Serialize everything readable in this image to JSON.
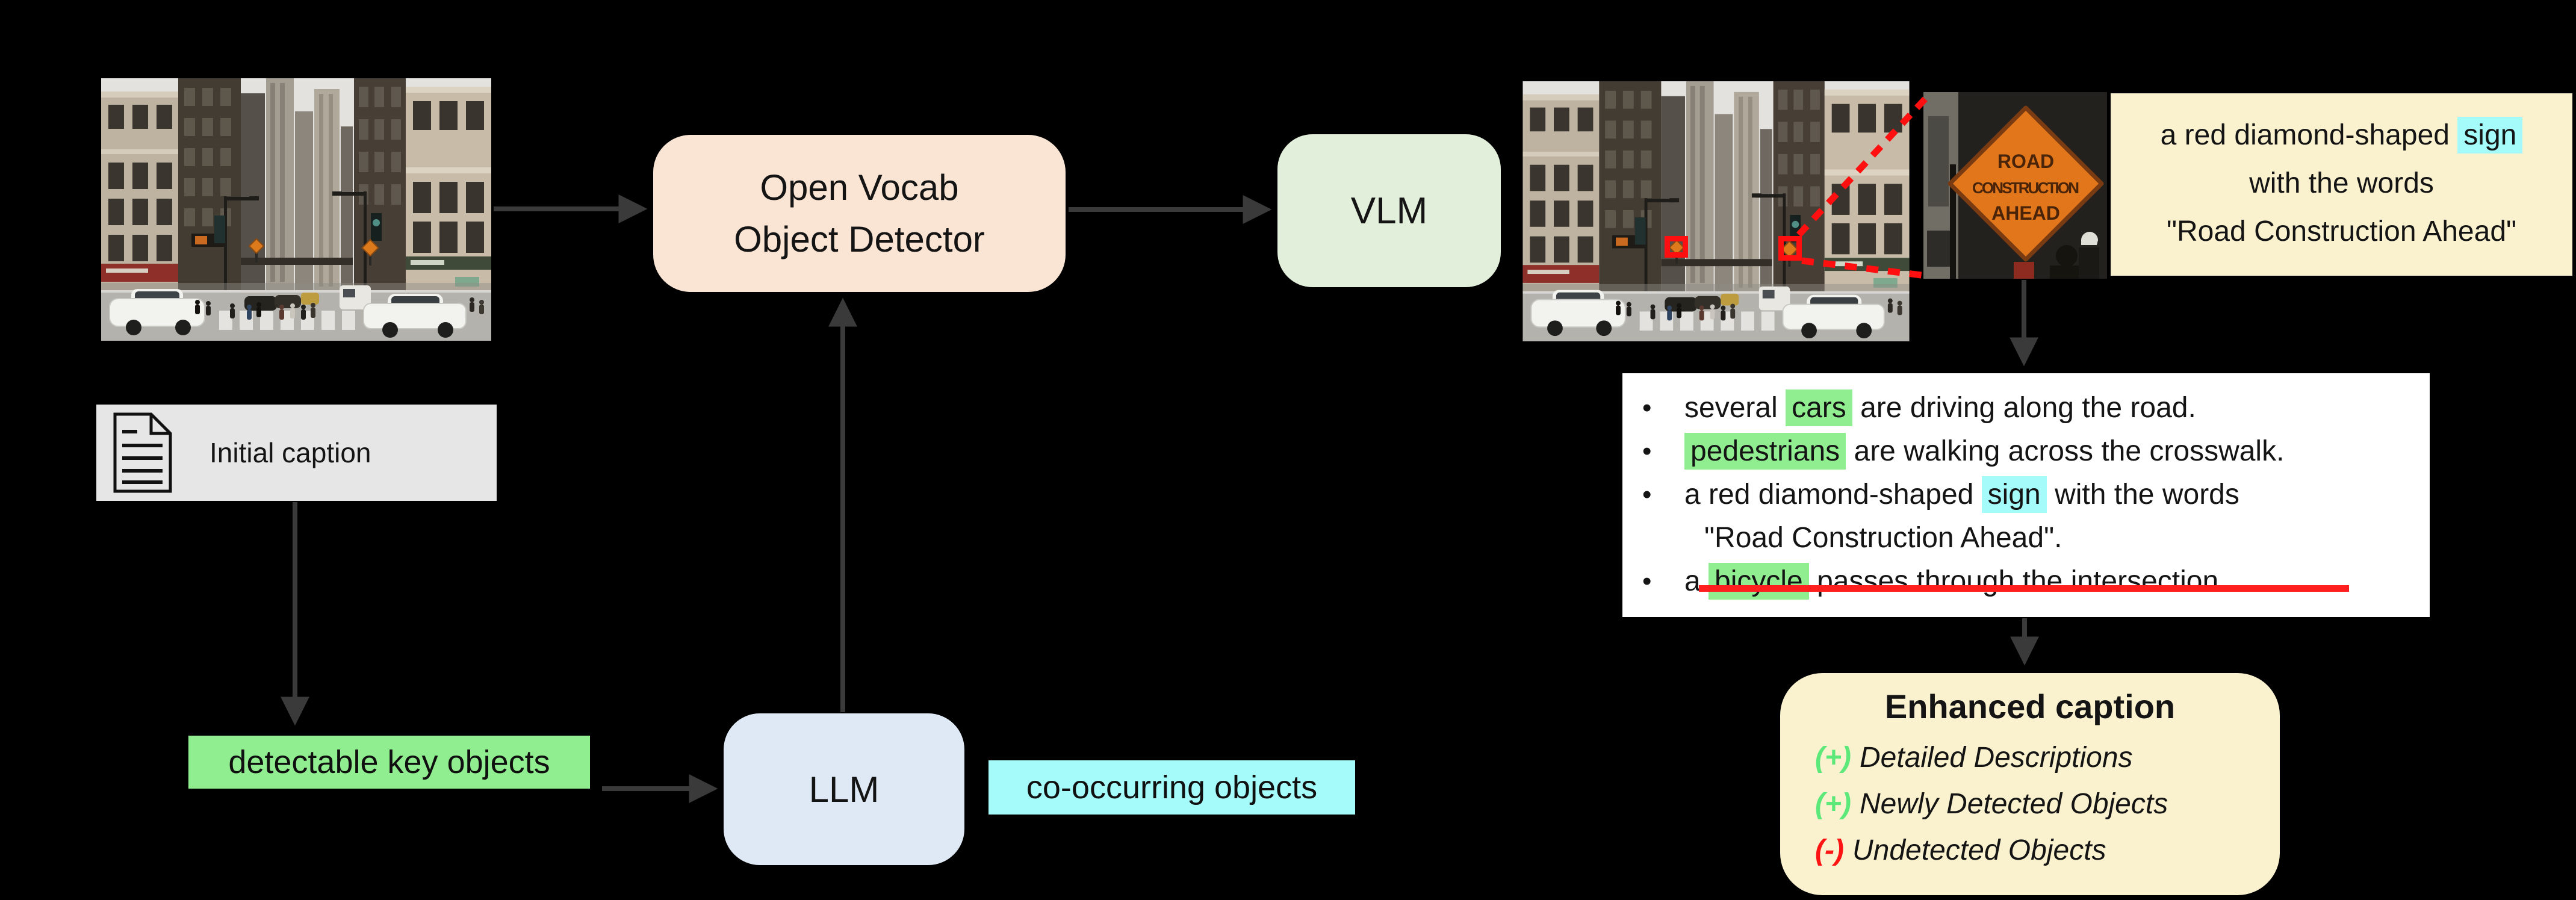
{
  "diagram": {
    "background": "#000000",
    "arrow_color": "#3A3A3A",
    "detection_color": "#FF0F0F"
  },
  "nodes": {
    "detector": {
      "label_line1": "Open Vocab",
      "label_line2": "Object Detector",
      "bg": "#FAE5D5"
    },
    "vlm": {
      "label": "VLM",
      "bg": "#E2EFDA"
    },
    "llm": {
      "label": "LLM",
      "bg": "#DEE9F5"
    }
  },
  "initial_caption": {
    "label": "Initial caption",
    "bg": "#E7E6E6",
    "icon": "document-icon"
  },
  "labels": {
    "detectable": {
      "text": "detectable key objects",
      "highlight": "#90EE90"
    },
    "cooccurring": {
      "text": "co-occurring objects",
      "highlight": "#A5FAFA"
    }
  },
  "sign_callout": {
    "bg": "#FAF2CE",
    "line1_pre": "a red diamond-shaped ",
    "line1_highlight": "sign",
    "highlight_color": "#A5FAFA",
    "line2": "with the words",
    "line3": "\"Road Construction Ahead\""
  },
  "sign_photo": {
    "sign_line1": "ROAD",
    "sign_line2": "CONSTRUCTION",
    "sign_line3": "AHEAD",
    "sign_color": "#E2761B"
  },
  "caption_list": {
    "bg": "#FFFFFF",
    "items": [
      {
        "pre": "several ",
        "hl": "cars",
        "hl_color": "#90EE90",
        "post": " are driving along the road."
      },
      {
        "pre": "",
        "hl": "pedestrians",
        "hl_color": "#90EE90",
        "post": " are walking across the crosswalk."
      },
      {
        "pre": "a red diamond-shaped ",
        "hl": "sign",
        "hl_color": "#A5FAFA",
        "post": " with the words",
        "line2": "\"Road Construction Ahead\"."
      },
      {
        "pre": "a ",
        "hl": "bicycle",
        "hl_color": "#90EE90",
        "post": " passes through the intersection.",
        "struck": true,
        "strike_color": "#FF1F1F"
      }
    ]
  },
  "enhanced": {
    "bg": "#FAF2CE",
    "title": "Enhanced caption",
    "items": [
      {
        "prefix": "(+)",
        "prefix_color": "#5CE97A",
        "text": "Detailed Descriptions"
      },
      {
        "prefix": "(+)",
        "prefix_color": "#5CE97A",
        "text": "Newly Detected Objects"
      },
      {
        "prefix": "(-)",
        "prefix_color": "#FF1414",
        "text": "Undetected Objects"
      }
    ]
  }
}
